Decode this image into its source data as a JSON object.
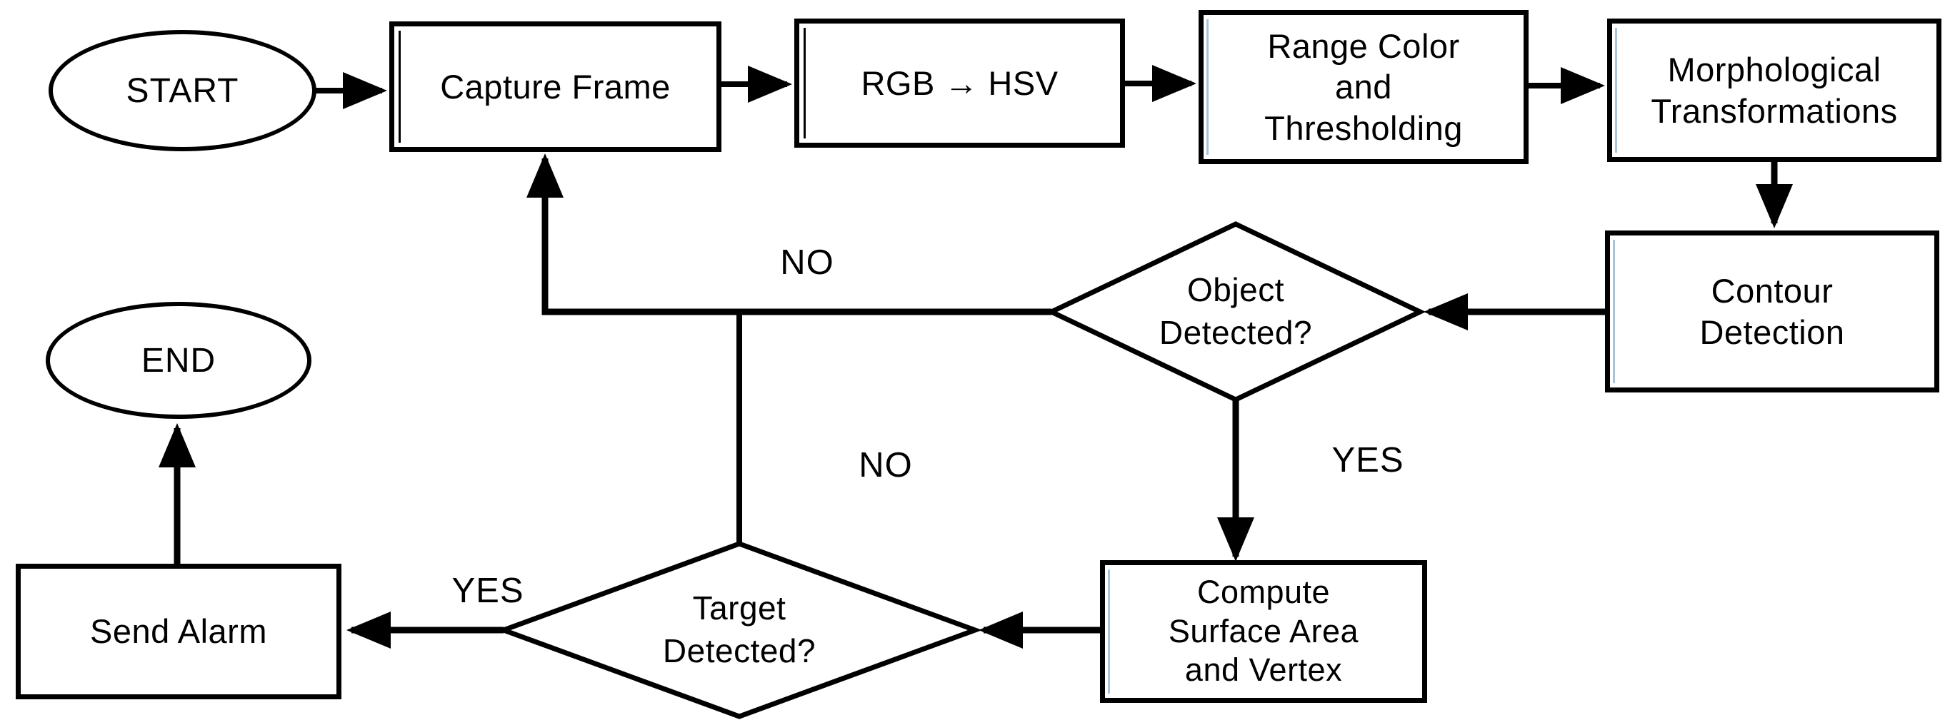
{
  "diagram": {
    "title": "Object detection flowchart",
    "background_color": "#ffffff",
    "stroke_color": "#000000",
    "accent_color": "#a9c4da",
    "nodes": {
      "start": {
        "type": "terminator",
        "label": "START"
      },
      "capture": {
        "type": "process",
        "label": "Capture Frame"
      },
      "rgb2hsv": {
        "type": "process",
        "label": "RGB → HSV"
      },
      "range": {
        "type": "process",
        "lines": [
          "Range Color",
          "and",
          "Thresholding"
        ]
      },
      "morph": {
        "type": "process",
        "lines": [
          "Morphological",
          "Transformations"
        ]
      },
      "contour": {
        "type": "process",
        "lines": [
          "Contour",
          "Detection"
        ]
      },
      "object_detected": {
        "type": "decision",
        "lines": [
          "Object",
          "Detected?"
        ]
      },
      "compute": {
        "type": "process",
        "lines": [
          "Compute",
          "Surface Area",
          "and Vertex"
        ]
      },
      "target_detected": {
        "type": "decision",
        "lines": [
          "Target",
          "Detected?"
        ]
      },
      "send_alarm": {
        "type": "process",
        "label": "Send Alarm"
      },
      "end": {
        "type": "terminator",
        "label": "END"
      }
    },
    "edge_labels": {
      "object_no": "NO",
      "object_yes": "YES",
      "target_no": "NO",
      "target_yes": "YES"
    }
  }
}
